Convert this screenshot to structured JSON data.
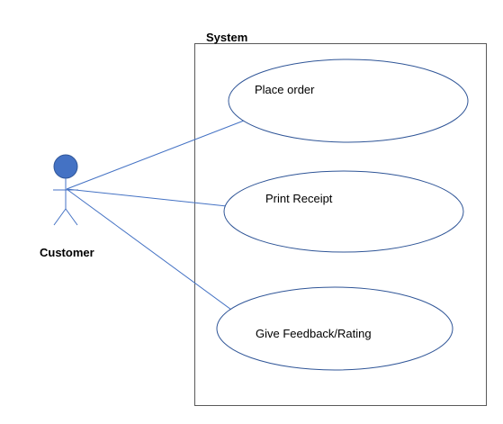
{
  "system": {
    "label": "System",
    "border_color": "#595959"
  },
  "actor": {
    "label": "Customer",
    "head_color": "#4472c4",
    "line_color": "#4472c4"
  },
  "use_cases": [
    {
      "label": "Place order"
    },
    {
      "label": "Print Receipt"
    },
    {
      "label": "Give Feedback/Rating"
    }
  ],
  "colors": {
    "association": "#4472c4",
    "ellipse_stroke": "#2f5597",
    "background": "#ffffff"
  }
}
